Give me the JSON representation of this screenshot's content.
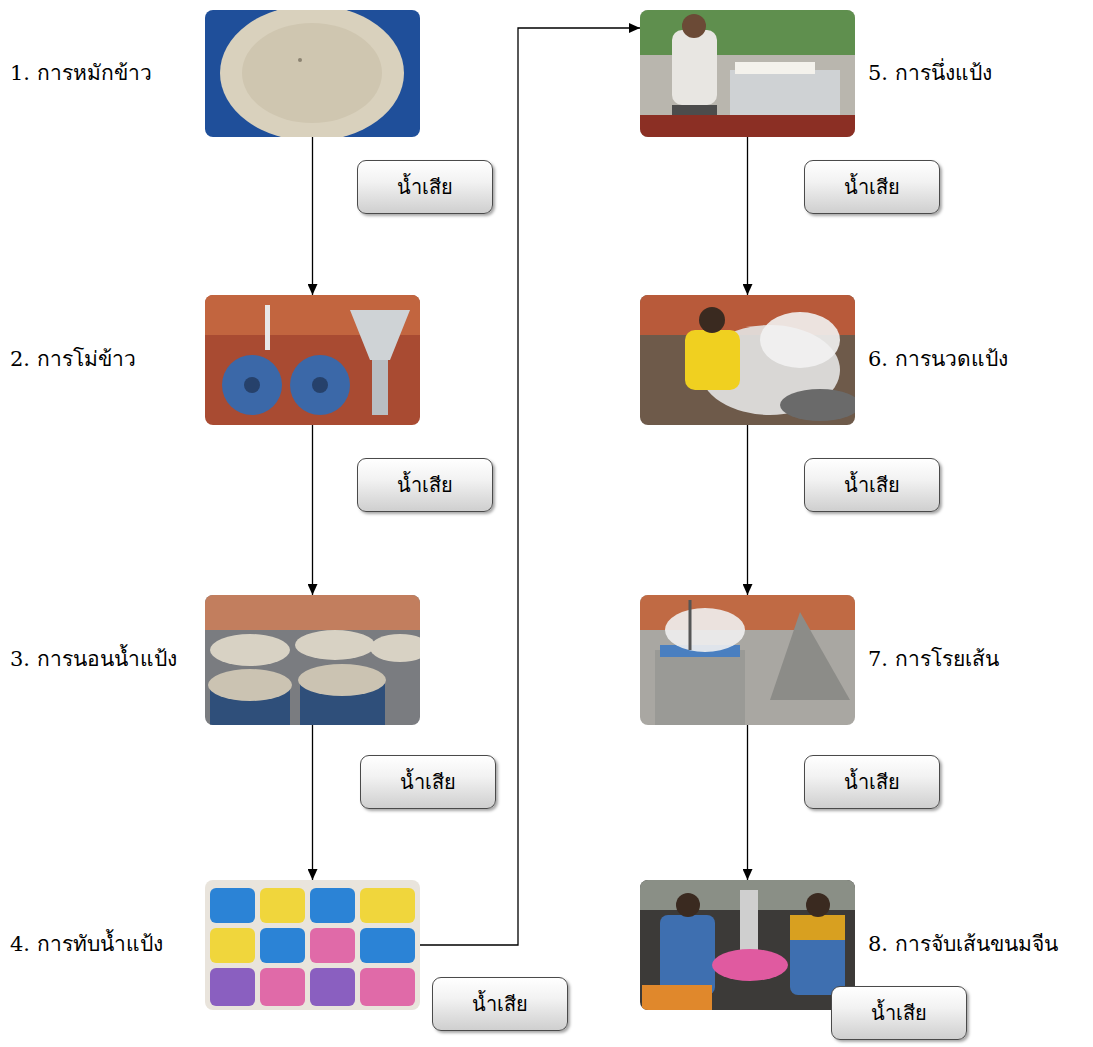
{
  "diagram": {
    "nodes": [
      {
        "text": [
          "1. การหมักข้าว"
        ]
      },
      {
        "text": [
          "น้ำเสีย"
        ]
      },
      {
        "text": [
          "2. การโม่ข้าว"
        ]
      },
      {
        "text": [
          "น้ำเสีย"
        ]
      },
      {
        "text": [
          "3. การนอนน้ำแป้ง"
        ]
      },
      {
        "text": [
          "น้ำเสีย"
        ]
      },
      {
        "text": [
          "4. การทับน้ำแป้ง"
        ]
      },
      {
        "text": [
          "น้ำเสีย"
        ]
      },
      {
        "text": [
          "5. การนึ่งแป้ง"
        ]
      },
      {
        "text": [
          "น้ำเสีย"
        ]
      },
      {
        "text": [
          "6. การนวดแป้ง"
        ]
      },
      {
        "text": [
          "น้ำเสีย"
        ]
      },
      {
        "text": [
          "7. การโรยเส้น"
        ]
      },
      {
        "text": [
          "น้ำเสีย"
        ]
      },
      {
        "text": [
          "8. การจับเส้นขนมจีน"
        ]
      },
      {
        "text": [
          "น้ำเสีย"
        ]
      }
    ],
    "edges": [
      {
        "from": 0,
        "to": 2,
        "arrow": "to"
      },
      {
        "from": 2,
        "to": 4,
        "arrow": "to"
      },
      {
        "from": 4,
        "to": 6,
        "arrow": "to"
      },
      {
        "from": 6,
        "to": 8,
        "arrow": "to"
      },
      {
        "from": 8,
        "to": 10,
        "arrow": "to"
      },
      {
        "from": 10,
        "to": 12,
        "arrow": "to"
      },
      {
        "from": 12,
        "to": 14,
        "arrow": "to"
      }
    ]
  }
}
